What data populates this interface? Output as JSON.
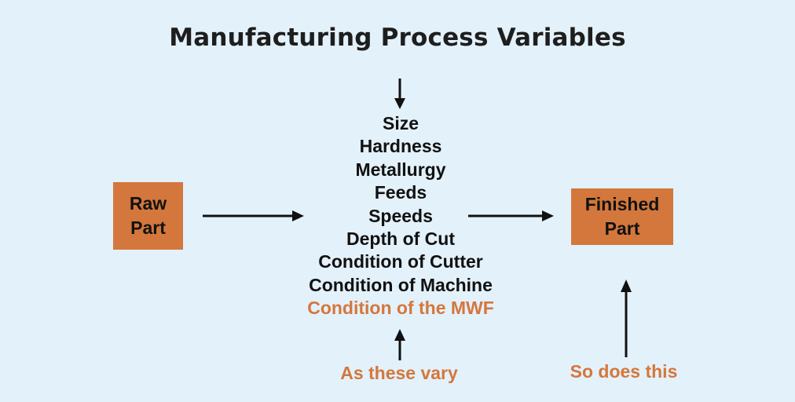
{
  "title": "Manufacturing Process Variables",
  "raw_part": {
    "line1": "Raw",
    "line2": "Part"
  },
  "finished_part": {
    "line1": "Finished",
    "line2": "Part"
  },
  "variables": [
    "Size",
    "Hardness",
    "Metallurgy",
    "Feeds",
    "Speeds",
    "Depth of Cut",
    "Condition of Cutter",
    "Condition of Machine",
    "Condition of the MWF"
  ],
  "captions": {
    "as_these_vary": "As these vary",
    "so_does_this": "So does this"
  },
  "colors": {
    "background": "#e3f1fa",
    "accent": "#d4773c",
    "text": "#111111"
  }
}
